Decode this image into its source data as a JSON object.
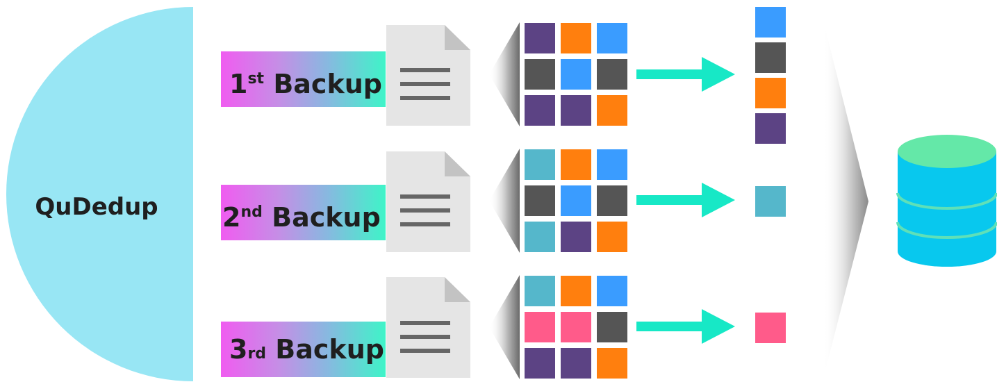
{
  "brand": {
    "name": "QuDedup"
  },
  "backups": [
    {
      "number": "1",
      "suffix": "st",
      "word": "Backup",
      "chunks": [
        "#5c4384",
        "#ff7f0e",
        "#3a9cff",
        "#555555",
        "#3a9cff",
        "#555555",
        "#5c4384",
        "#5c4384",
        "#ff7f0e"
      ],
      "unique": [
        "#3a9cff",
        "#555555",
        "#ff7f0e",
        "#5c4384"
      ]
    },
    {
      "number": "2",
      "suffix": "nd",
      "word": "Backup",
      "chunks": [
        "#55b7cb",
        "#ff7f0e",
        "#3a9cff",
        "#555555",
        "#3a9cff",
        "#555555",
        "#55b7cb",
        "#5c4384",
        "#ff7f0e"
      ],
      "unique": [
        "#55b7cb"
      ]
    },
    {
      "number": "3",
      "suffix": "rd",
      "word": "Backup",
      "chunks": [
        "#55b7cb",
        "#ff7f0e",
        "#3a9cff",
        "#ff5b8a",
        "#ff5b8a",
        "#555555",
        "#5c4384",
        "#5c4384",
        "#ff7f0e"
      ],
      "unique": [
        "#ff5b8a"
      ]
    }
  ],
  "colors": {
    "brand_circle": "#98e6f4",
    "arrow": "#17e8c6",
    "database_top": "#64e8a8",
    "database_body": "#08c8ee",
    "document": "#e5e5e5",
    "document_fold": "#c3c3c3",
    "document_lines": "#666666"
  },
  "icons": [
    "file-icon",
    "arrow-right-icon",
    "database-icon"
  ]
}
